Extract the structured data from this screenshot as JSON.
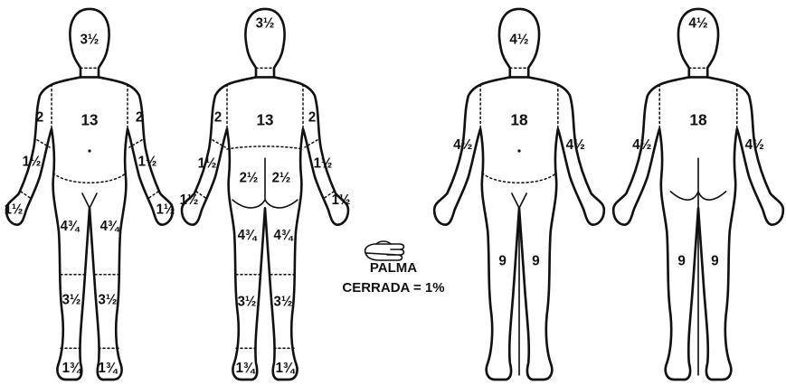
{
  "legend": {
    "line1": "PALMA",
    "line2": "CERRADA = 1%",
    "icon": "closed-palm-icon"
  },
  "figures": [
    {
      "id": "child-front",
      "labels": {
        "head": "3½",
        "trunk": "13",
        "upper_arm_l": "2",
        "upper_arm_r": "2",
        "forearm_l": "1½",
        "forearm_r": "1½",
        "hand_l": "1½",
        "hand_r": "1½",
        "thigh_l": "4¾",
        "thigh_r": "4¾",
        "leg_l": "3½",
        "leg_r": "3½",
        "foot_l": "1¾",
        "foot_r": "1¾"
      }
    },
    {
      "id": "child-back",
      "labels": {
        "head": "3½",
        "trunk": "13",
        "upper_arm_l": "2",
        "upper_arm_r": "2",
        "forearm_l": "1½",
        "forearm_r": "1½",
        "hand_l": "1½",
        "hand_r": "1½",
        "buttock_l": "2½",
        "buttock_r": "2½",
        "thigh_l": "4¾",
        "thigh_r": "4¾",
        "leg_l": "3½",
        "leg_r": "3½",
        "foot_l": "1¾",
        "foot_r": "1¾"
      }
    },
    {
      "id": "adult-front",
      "labels": {
        "head": "4½",
        "trunk": "18",
        "arm_l": "4½",
        "arm_r": "4½",
        "leg_l": "9",
        "leg_r": "9"
      }
    },
    {
      "id": "adult-back",
      "labels": {
        "head": "4½",
        "trunk": "18",
        "arm_l": "4½",
        "arm_r": "4½",
        "leg_l": "9",
        "leg_r": "9"
      }
    }
  ]
}
